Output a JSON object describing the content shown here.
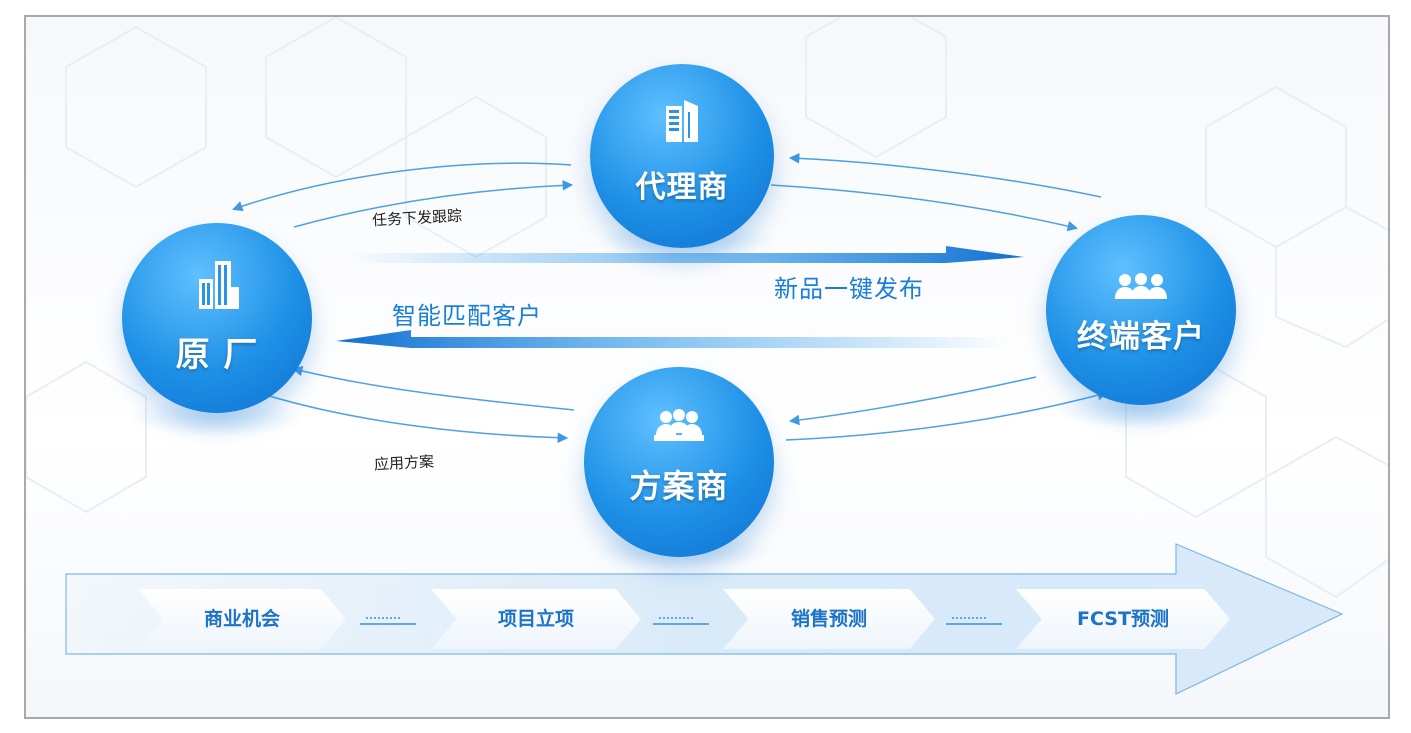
{
  "nodes": {
    "agent": {
      "label": "代理商",
      "icon": "building-icon"
    },
    "factory": {
      "label": "原 厂",
      "icon": "factory-icon"
    },
    "solution": {
      "label": "方案商",
      "icon": "people-group-icon"
    },
    "customer": {
      "label": "终端客户",
      "icon": "users-icon"
    }
  },
  "edges": {
    "task": "任务下发跟踪",
    "application": "应用方案",
    "release": "新品一键发布",
    "match": "智能匹配客户"
  },
  "stages": [
    "商业机会",
    "项目立项",
    "销售预测",
    "FCST预测"
  ],
  "colors": {
    "primary": "#1e90e6",
    "accent": "#1a7fd8",
    "stage_text": "#1d73c9"
  }
}
